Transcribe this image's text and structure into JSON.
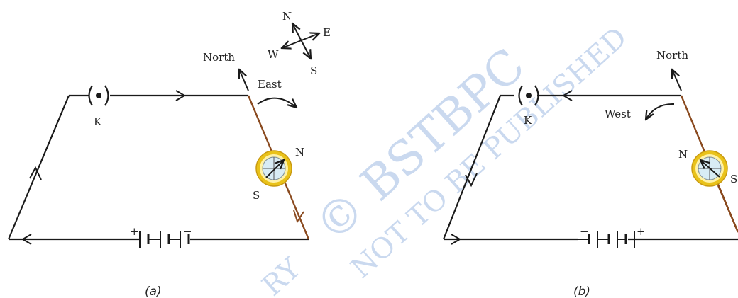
{
  "compass_rose": {
    "n": "N",
    "e": "E",
    "w": "W",
    "s": "S"
  },
  "panel_a": {
    "caption": "(a)",
    "north_label": "North",
    "deflection_label": "East",
    "key_label": "K",
    "needle_n": "N",
    "needle_s": "S",
    "battery_plus": "+",
    "battery_minus": "−"
  },
  "panel_b": {
    "caption": "(b)",
    "north_label": "North",
    "deflection_label": "West",
    "key_label": "K",
    "needle_n": "N",
    "needle_s": "S",
    "battery_plus": "+",
    "battery_minus": "−"
  },
  "watermark": {
    "line1": "© BSTBPC",
    "line2": "NOT TO BE PUBLISHED",
    "line3": "RY"
  },
  "colors": {
    "wire": "#1a1a1a",
    "current_carrying_wire": "#8a4a1f",
    "compass_ring": "#e9c21a",
    "compass_dial": "#d8ecf5",
    "watermark": "#9fbbe3"
  }
}
